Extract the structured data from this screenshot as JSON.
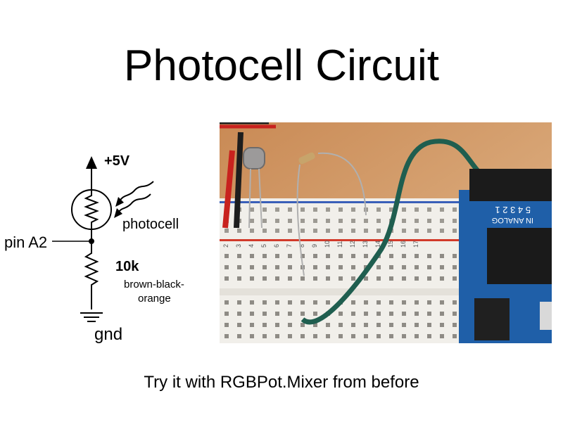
{
  "slide": {
    "title": "Photocell Circuit",
    "caption": "Try it with RGBPot.Mixer from before"
  },
  "schematic": {
    "supply_label": "+5V",
    "photocell_label": "photocell",
    "pin_label": "pin A2",
    "resistor_value": "10k",
    "resistor_colors_line1": "brown-black-",
    "resistor_colors_line2": "orange",
    "ground_label": "gnd"
  },
  "photo": {
    "breadboard_numbers": [
      "2",
      "3",
      "4",
      "5",
      "6",
      "7",
      "8",
      "9",
      "10",
      "11",
      "12",
      "13",
      "14",
      "15",
      "16",
      "17"
    ],
    "arduino_label_digits": "5 4 3 2 1",
    "arduino_label_text": "IN ANALOG"
  }
}
